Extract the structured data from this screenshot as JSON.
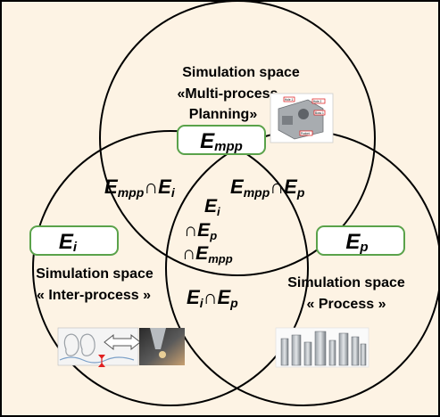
{
  "colors": {
    "background": "#fdf3e4",
    "frame": "#000000",
    "circle_stroke": "#000000",
    "badge_stroke": "#5aa24a",
    "badge_fill": "#ffffff",
    "arrow_red": "#e02020"
  },
  "top_circle": {
    "title_line1": "Simulation space",
    "title_line2": "«Multi-process",
    "title_line3": "Planning»",
    "badge": {
      "main": "E",
      "sub": "mpp"
    },
    "picture": "part-machining-plan-image",
    "picture_tags": [
      "Hole 1",
      "Hole 2",
      "Boss 1",
      "Pocket"
    ]
  },
  "left_circle": {
    "title_line1": "Simulation space",
    "title_line2": "« Inter-process »",
    "badge": {
      "main": "E",
      "sub": "i"
    },
    "picture": "inter-process-tool-images"
  },
  "right_circle": {
    "title_line1": "Simulation space",
    "title_line2": "« Process »",
    "badge": {
      "main": "E",
      "sub": "p"
    },
    "picture": "cutting-tools-image"
  },
  "intersections": {
    "top_left": {
      "a": "E",
      "a_sub": "mpp",
      "op": "∩",
      "b": "E",
      "b_sub": "i"
    },
    "top_right": {
      "a": "E",
      "a_sub": "mpp",
      "op": "∩",
      "b": "E",
      "b_sub": "p"
    },
    "bottom": {
      "a": "E",
      "a_sub": "i",
      "op": "∩",
      "b": "E",
      "b_sub": "p"
    },
    "center": {
      "l1": "E",
      "l1_sub": "i",
      "l2_op": "∩",
      "l2": "E",
      "l2_sub": "p",
      "l3_op": "∩",
      "l3": "E",
      "l3_sub": "mpp"
    }
  }
}
